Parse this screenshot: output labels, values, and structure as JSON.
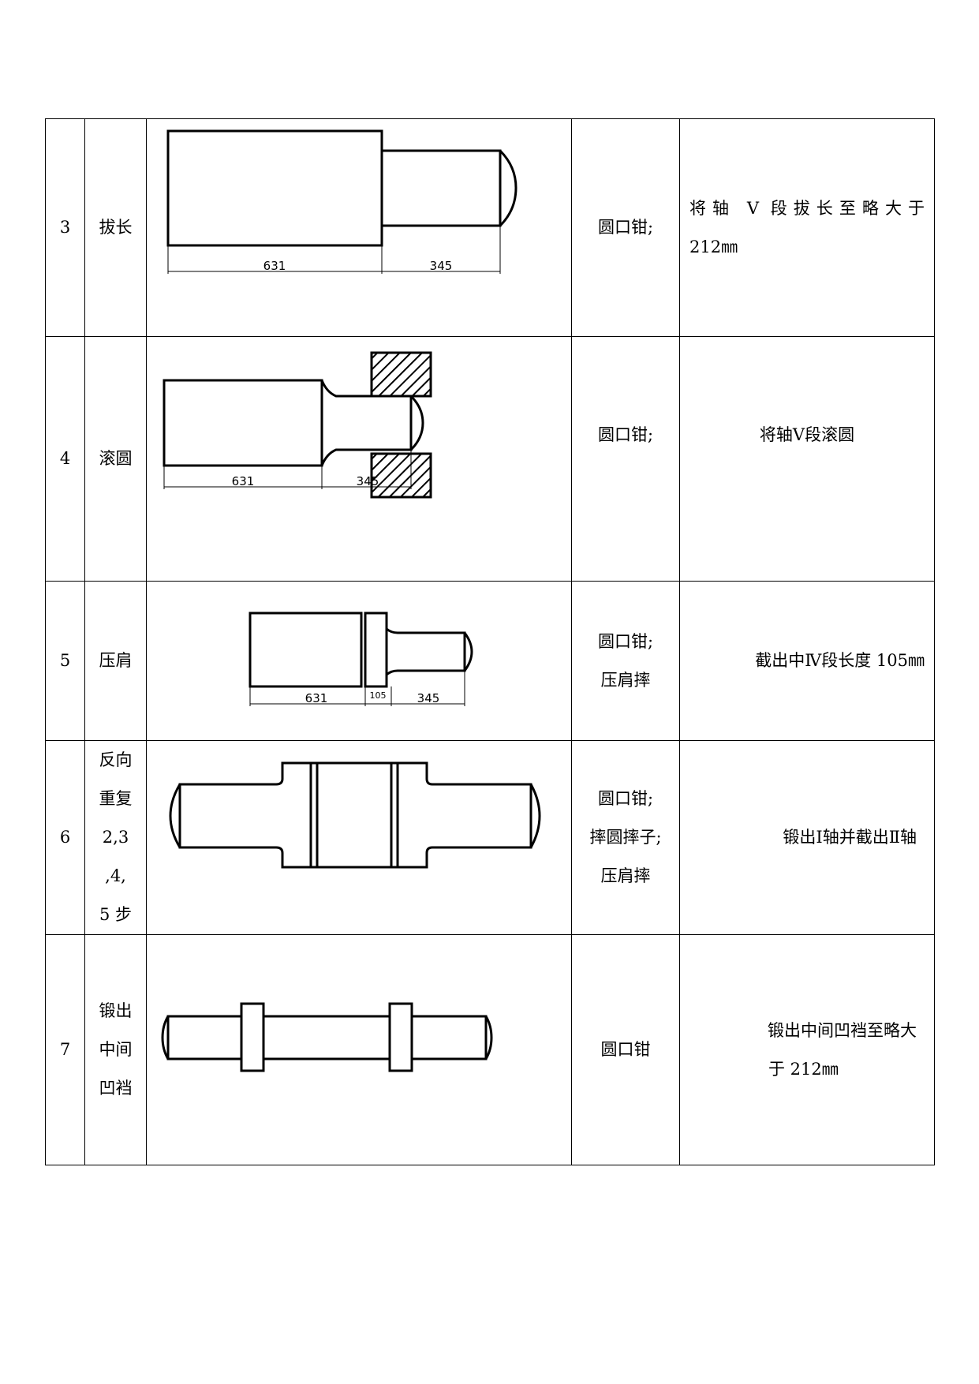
{
  "rows": [
    {
      "step": "3",
      "name": "拔长",
      "tool_lines": [
        "圆口钳;"
      ],
      "note_lines": [
        "将轴 V 段拔长至略大于",
        "212㎜"
      ],
      "dims": [
        "631",
        "345"
      ]
    },
    {
      "step": "4",
      "name": "滚圆",
      "tool_lines": [
        "圆口钳;"
      ],
      "note_lines": [
        "将轴Ⅴ段滚圆"
      ],
      "dims": [
        "631",
        "345"
      ]
    },
    {
      "step": "5",
      "name": "压肩",
      "tool_lines": [
        "圆口钳;",
        "压肩摔"
      ],
      "note_lines": [
        "截出中Ⅳ段长度 105㎜"
      ],
      "dims": [
        "631",
        "105",
        "345"
      ]
    },
    {
      "step": "6",
      "name_lines": [
        "反向",
        "重复",
        "2,3",
        ",4,",
        "5 步"
      ],
      "tool_lines": [
        "圆口钳;",
        "摔圆摔子;",
        "压肩摔"
      ],
      "note_lines": [
        "锻出Ⅰ轴并截出Ⅱ轴"
      ]
    },
    {
      "step": "7",
      "name_lines": [
        "锻出",
        "中间",
        "凹裆"
      ],
      "tool_lines": [
        "圆口钳"
      ],
      "note_lines": [
        "锻出中间凹裆至略大",
        "于 212㎜"
      ]
    }
  ]
}
